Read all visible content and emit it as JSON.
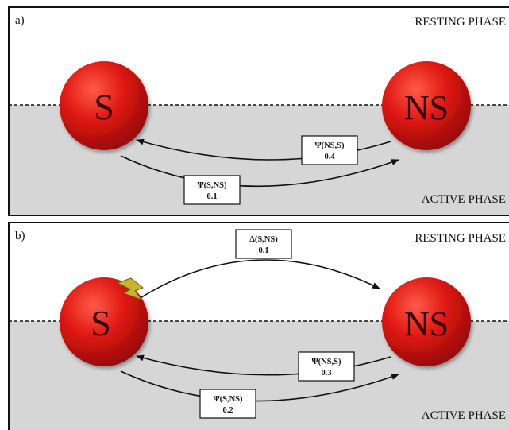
{
  "panels": [
    {
      "letter": "a)",
      "resting_label": "RESTING PHASE",
      "active_label": "ACTIVE PHASE",
      "node_left": "S",
      "node_right": "NS",
      "transition_ns_s": {
        "title": "Ψ(NS,S)",
        "value": "0.4"
      },
      "transition_s_ns": {
        "title": "Ψ(S,NS)",
        "value": "0.1"
      }
    },
    {
      "letter": "b)",
      "resting_label": "RESTING PHASE",
      "active_label": "ACTIVE PHASE",
      "node_left": "S",
      "node_right": "NS",
      "stimulus_icon": "lightning-bolt-icon",
      "transition_delta_s_ns": {
        "title": "Δ(S,NS)",
        "value": "0.1"
      },
      "transition_ns_s": {
        "title": "Ψ(NS,S)",
        "value": "0.3"
      },
      "transition_s_ns": {
        "title": "Ψ(S,NS)",
        "value": "0.2"
      }
    }
  ],
  "colors": {
    "node_red": "#d01414",
    "active_phase_fill": "#d6d6d6",
    "bolt": "#c8b431"
  }
}
